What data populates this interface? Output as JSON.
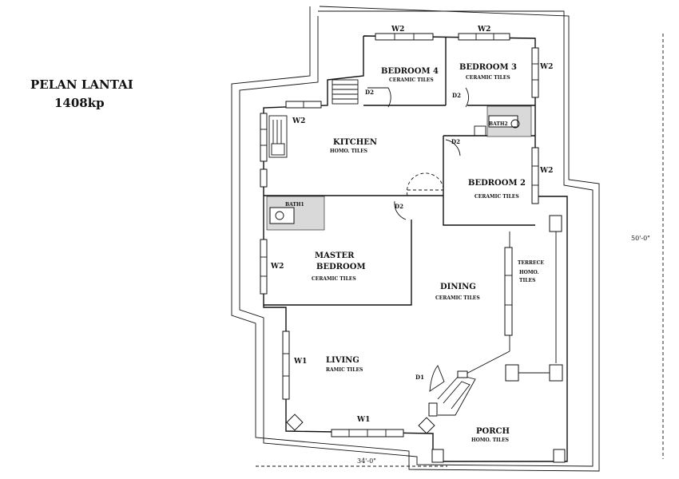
{
  "title": {
    "line1": "PELAN LANTAI",
    "line2": "1408kp"
  },
  "rooms": {
    "bedroom4": {
      "name": "BEDROOM 4",
      "finish": "CERAMIC TILES"
    },
    "bedroom3": {
      "name": "BEDROOM 3",
      "finish": "CERAMIC TILES"
    },
    "bath2": {
      "name": "BATH2"
    },
    "kitchen": {
      "name": "KITCHEN",
      "finish": "HOMO. TILES"
    },
    "bedroom2": {
      "name": "BEDROOM 2",
      "finish": "CERAMIC TILES"
    },
    "bath1": {
      "name": "BATH1"
    },
    "master": {
      "name1": "MASTER",
      "name2": "BEDROOM",
      "finish": "CERAMIC TILES"
    },
    "dining": {
      "name": "DINING",
      "finish": "CERAMIC TILES"
    },
    "terrace": {
      "name": "TERRECE",
      "finish1": "HOMO.",
      "finish2": "TILES"
    },
    "living": {
      "name": "LIVING",
      "finish": "RAMIC TILES"
    },
    "porch": {
      "name": "PORCH",
      "finish": "HOMO. TILES"
    }
  },
  "windows": {
    "w2_bed4": "W2",
    "w2_bed3_top": "W2",
    "w2_bed3_side": "W2",
    "w2_kitchen": "W2",
    "w2_bed2": "W2",
    "w2_master": "W2",
    "w1_living_side": "W1",
    "w1_living_bottom": "W1"
  },
  "doors": {
    "d2_bed4": "D2",
    "d2_bed3": "D2",
    "d2_bed2": "D2",
    "d2_master": "D2",
    "d1_entry": "D1"
  },
  "dimensions": {
    "width": "34'-0\"",
    "depth": "50'-0\""
  }
}
